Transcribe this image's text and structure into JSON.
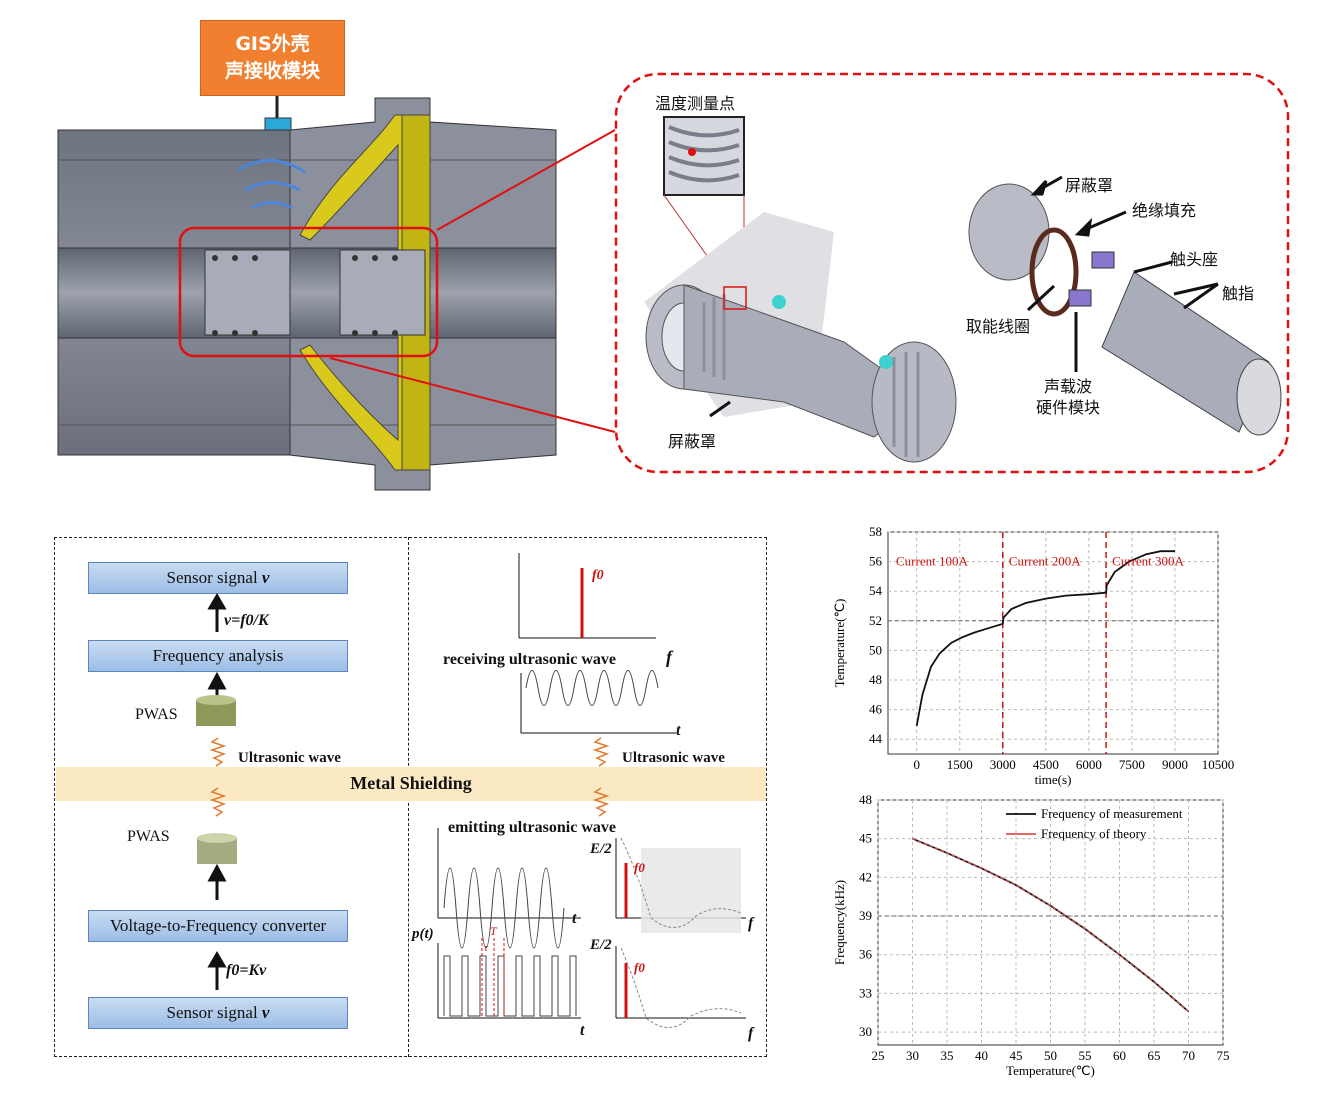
{
  "gis": {
    "module_label_line1": "GIS外壳",
    "module_label_line2": "声接收模块"
  },
  "detail": {
    "temp_point": "温度测量点",
    "shield_left": "屏蔽罩",
    "shield_right": "屏蔽罩",
    "insulation_fill": "绝缘填充",
    "contact_seat": "触头座",
    "contact_finger": "触指",
    "energy_coil": "取能线圈",
    "acoustic_module_line1": "声载波",
    "acoustic_module_line2": "硬件模块"
  },
  "flow": {
    "sensor_signal_top": "Sensor signal",
    "sensor_var": "v",
    "formula_top": "v=f0/K",
    "frequency_analysis": "Frequency analysis",
    "pwas_top": "PWAS",
    "ultrasonic_left": "Ultrasonic wave",
    "metal_shielding": "Metal Shielding",
    "pwas_bottom": "PWAS",
    "vf_converter": "Voltage-to-Frequency converter",
    "formula_bottom": "f0=Kv",
    "sensor_signal_bottom": "Sensor signal",
    "receiving": "receiving ultrasonic wave",
    "ultrasonic_right": "Ultrasonic wave",
    "emitting": "emitting ultrasonic wave",
    "f0": "f0",
    "axis_f": "f",
    "axis_t": "t",
    "e2": "E/2",
    "pt": "p(t)",
    "T": "T",
    "tau": "τ"
  },
  "chart_data": [
    {
      "type": "line",
      "xlabel": "time(s)",
      "ylabel": "Temperature(℃)",
      "xlim": [
        -1000,
        10500
      ],
      "ylim": [
        43,
        58
      ],
      "xticks": [
        "0",
        "1500",
        "3000",
        "4500",
        "6000",
        "7500",
        "9000",
        "10500"
      ],
      "yticks": [
        "44",
        "46",
        "48",
        "50",
        "52",
        "54",
        "56",
        "58"
      ],
      "annotations": [
        "Current 100A",
        "Current 200A",
        "Current 300A"
      ],
      "vlines": [
        3000,
        6600
      ],
      "hline": 52,
      "series": [
        {
          "x": [
            0,
            200,
            500,
            800,
            1200,
            1600,
            2000,
            2500,
            3000,
            3020,
            3300,
            3800,
            4500,
            5200,
            6000,
            6600,
            6620,
            6900,
            7400,
            8000,
            8500,
            9000
          ],
          "y": [
            44.9,
            47.0,
            48.9,
            49.8,
            50.5,
            50.9,
            51.2,
            51.5,
            51.8,
            52.2,
            52.8,
            53.2,
            53.5,
            53.7,
            53.8,
            53.9,
            54.4,
            55.3,
            56.0,
            56.5,
            56.7,
            56.7
          ]
        }
      ]
    },
    {
      "type": "line",
      "xlabel": "Temperature(℃)",
      "ylabel": "Frequency(kHz)",
      "xlim": [
        25,
        75
      ],
      "ylim": [
        29,
        48
      ],
      "xticks": [
        "25",
        "30",
        "35",
        "40",
        "45",
        "50",
        "55",
        "60",
        "65",
        "70",
        "75"
      ],
      "yticks": [
        "30",
        "33",
        "36",
        "39",
        "42",
        "45",
        "48"
      ],
      "hline": 39,
      "series": [
        {
          "name": "Frequency of measurement",
          "color": "#111111",
          "x": [
            30,
            35,
            40,
            45,
            50,
            55,
            60,
            65,
            70
          ],
          "y": [
            45.0,
            43.9,
            42.7,
            41.4,
            39.8,
            38.0,
            36.0,
            33.9,
            31.6
          ]
        },
        {
          "name": "Frequency of theory",
          "color": "#e05050",
          "x": [
            30,
            35,
            40,
            45,
            50,
            55,
            60,
            65,
            70
          ],
          "y": [
            45.0,
            43.9,
            42.7,
            41.4,
            39.8,
            38.0,
            36.0,
            33.9,
            31.6
          ]
        }
      ]
    }
  ]
}
